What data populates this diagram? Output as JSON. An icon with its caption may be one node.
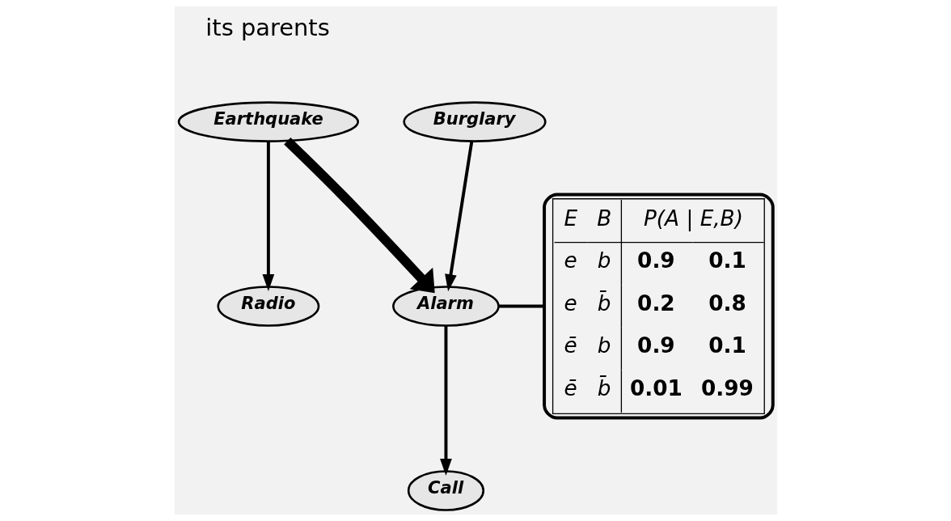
{
  "diagram": {
    "nodes": [
      {
        "text": [
          "Earthquake"
        ]
      },
      {
        "text": [
          "Burglary"
        ]
      },
      {
        "text": [
          "Radio"
        ]
      },
      {
        "text": [
          "Alarm"
        ]
      },
      {
        "text": [
          "E",
          "B",
          "P(A | E,B)",
          "e",
          "b",
          "0.9",
          "0.1",
          "e",
          "b̄",
          "0.2",
          "0.8",
          "ē",
          "b",
          "0.9",
          "0.1",
          "ē",
          "b̄",
          "0.01",
          "0.99"
        ]
      },
      {
        "text": [
          "Call"
        ]
      }
    ],
    "edges": [
      {
        "from": 0,
        "to": 2,
        "arrow": "to"
      },
      {
        "from": 0,
        "to": 3,
        "arrow": "to",
        "style": "thick"
      },
      {
        "from": 1,
        "to": 3,
        "arrow": "to"
      },
      {
        "from": 3,
        "to": 4,
        "arrow": "none"
      },
      {
        "from": 3,
        "to": 5,
        "arrow": "to"
      }
    ],
    "labels": [
      "its parents"
    ]
  }
}
